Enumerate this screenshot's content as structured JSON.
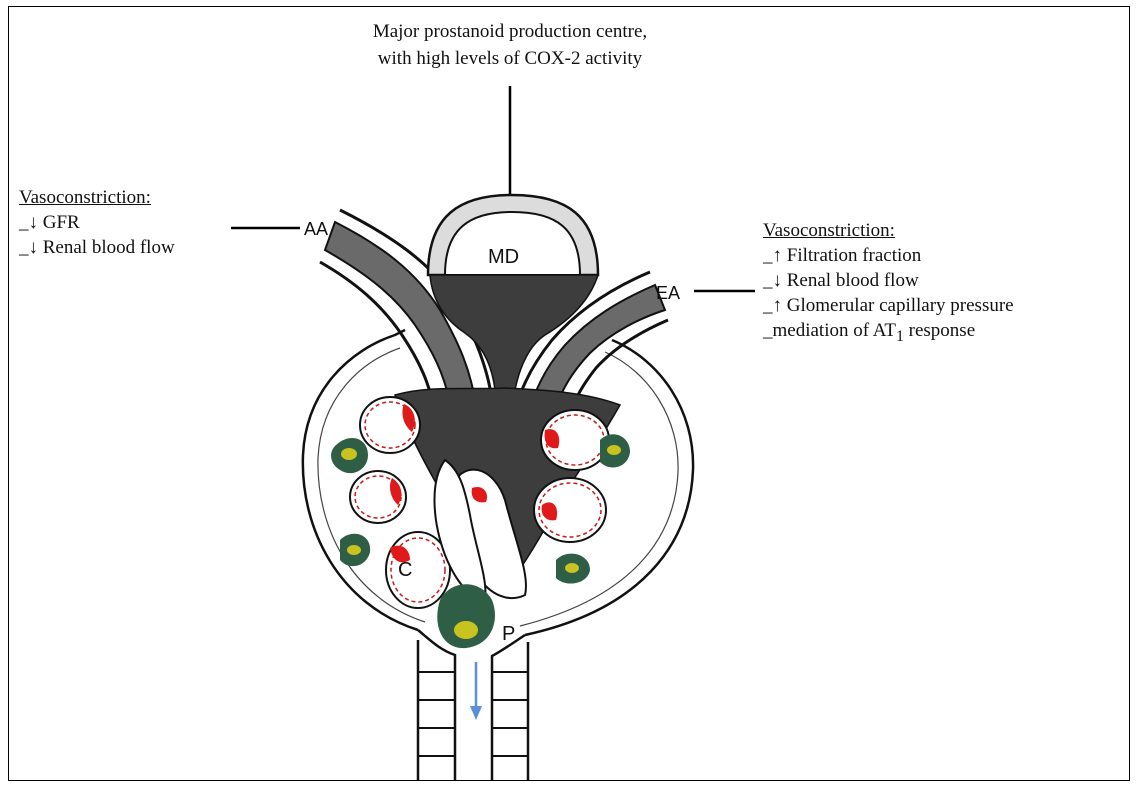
{
  "top_note": {
    "line1": "Major prostanoid production centre,",
    "line2": "with high levels of COX-2 activity"
  },
  "left_block": {
    "heading": "Vasoconstriction:",
    "items": [
      "_↓ GFR",
      "_↓ Renal blood flow"
    ]
  },
  "right_block": {
    "heading": "Vasoconstriction:",
    "items": [
      "_↑ Filtration fraction",
      "_↓ Renal blood flow",
      "_↑ Glomerular capillary pressure"
    ],
    "last_prefix": "_mediation of AT",
    "last_sub": "1",
    "last_suffix": " response"
  },
  "labels": {
    "aa": "AA",
    "ea": "EA",
    "md": "MD",
    "c": "C",
    "p": "P"
  },
  "colors": {
    "mesangium": "#3d3d3d",
    "podocyte": "#2e5e46",
    "podocyte_nucleus": "#c9c31f",
    "red_cell": "#e01a1a",
    "flow_arrow": "#5b8fd6",
    "outline": "#111111"
  }
}
